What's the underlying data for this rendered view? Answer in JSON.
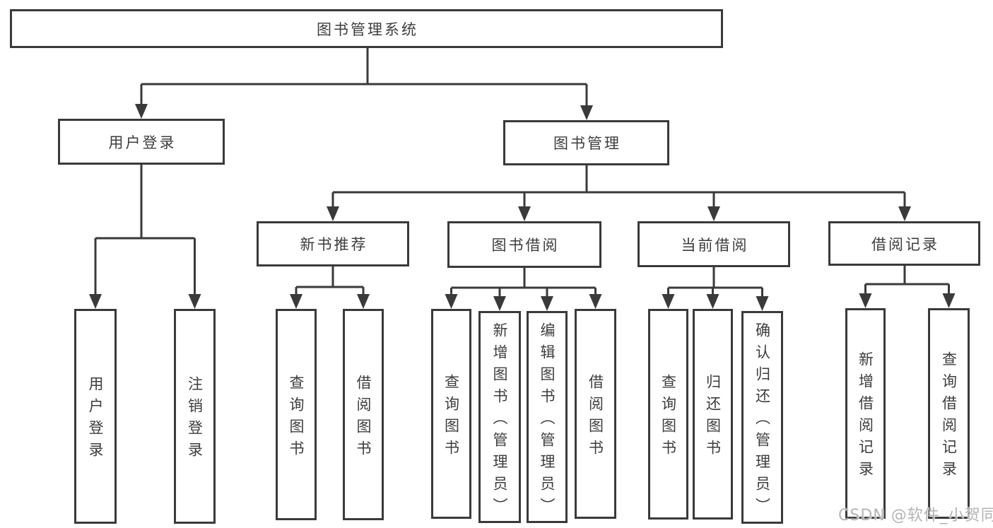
{
  "diagram": {
    "type": "hierarchy-flowchart",
    "nodes": {
      "root": {
        "label": "图书管理系统"
      },
      "user_login": {
        "label": "用户登录"
      },
      "book_mgmt": {
        "label": "图书管理"
      },
      "new_book_rec": {
        "label": "新书推荐"
      },
      "book_borrow": {
        "label": "图书借阅"
      },
      "current_borrow": {
        "label": "当前借阅"
      },
      "borrow_records": {
        "label": "借阅记录"
      },
      "leaf_user_login": {
        "label": "用户登录"
      },
      "leaf_logout": {
        "label": "注销登录"
      },
      "leaf_nbr_query": {
        "label": "查询图书"
      },
      "leaf_nbr_borrow": {
        "label": "借阅图书"
      },
      "leaf_bb_query": {
        "label": "查询图书"
      },
      "leaf_bb_add": {
        "label": "新增图书（管理员）"
      },
      "leaf_bb_edit": {
        "label": "编辑图书（管理员）"
      },
      "leaf_bb_borrow": {
        "label": "借阅图书"
      },
      "leaf_cb_query": {
        "label": "查询图书"
      },
      "leaf_cb_return": {
        "label": "归还图书"
      },
      "leaf_cb_confirm": {
        "label": "确认归还（管理员）"
      },
      "leaf_br_add": {
        "label": "新增借阅记录"
      },
      "leaf_br_query": {
        "label": "查询借阅记录"
      }
    },
    "edges": [
      [
        "root",
        "user_login"
      ],
      [
        "root",
        "book_mgmt"
      ],
      [
        "user_login",
        "leaf_user_login"
      ],
      [
        "user_login",
        "leaf_logout"
      ],
      [
        "book_mgmt",
        "new_book_rec"
      ],
      [
        "book_mgmt",
        "book_borrow"
      ],
      [
        "book_mgmt",
        "current_borrow"
      ],
      [
        "book_mgmt",
        "borrow_records"
      ],
      [
        "new_book_rec",
        "leaf_nbr_query"
      ],
      [
        "new_book_rec",
        "leaf_nbr_borrow"
      ],
      [
        "book_borrow",
        "leaf_bb_query"
      ],
      [
        "book_borrow",
        "leaf_bb_add"
      ],
      [
        "book_borrow",
        "leaf_bb_edit"
      ],
      [
        "book_borrow",
        "leaf_bb_borrow"
      ],
      [
        "current_borrow",
        "leaf_cb_query"
      ],
      [
        "current_borrow",
        "leaf_cb_return"
      ],
      [
        "current_borrow",
        "leaf_cb_confirm"
      ],
      [
        "borrow_records",
        "leaf_br_add"
      ],
      [
        "borrow_records",
        "leaf_br_query"
      ]
    ]
  },
  "watermark": {
    "text": "CSDN @软件_小贺同学"
  },
  "colors": {
    "line": "#3a3a3a",
    "box_border": "#3a3a3a",
    "text": "#3d3d3d",
    "background": "#ffffff",
    "watermark": "#b4b4b4"
  }
}
